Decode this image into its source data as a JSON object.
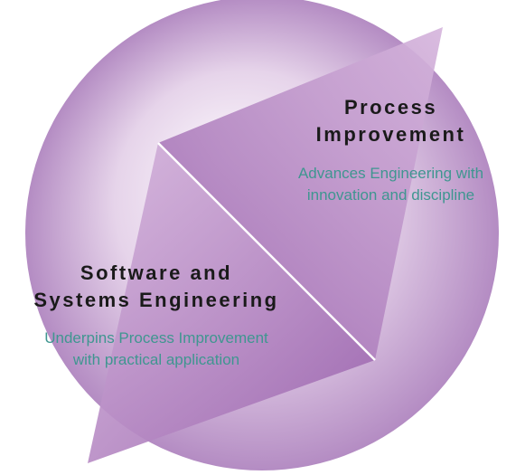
{
  "colors": {
    "sphere_light": "#fbf7fc",
    "sphere_mid": "#e6d4ea",
    "sphere_dark": "#b48cc3",
    "wedge_light": "#d6b6dd",
    "wedge_dark": "#9a63ad",
    "heading": "#1a1a1a",
    "description": "#3f9690"
  },
  "process_improvement": {
    "title_line1": "Process",
    "title_line2": "Improvement",
    "desc_line1": "Advances Engineering with",
    "desc_line2": "innovation and discipline"
  },
  "software_engineering": {
    "title_line1": "Software and",
    "title_line2": "Systems Engineering",
    "desc_line1": "Underpins Process Improvement",
    "desc_line2": "with practical application"
  }
}
